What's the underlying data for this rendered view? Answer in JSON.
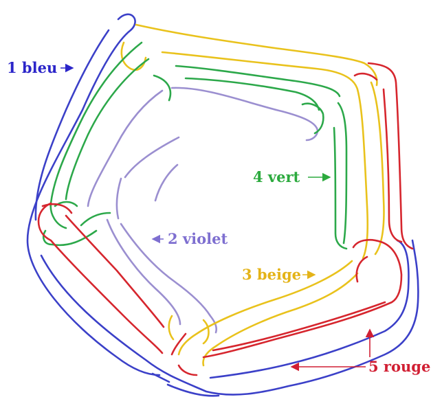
{
  "labels": {
    "blue": "1 bleu",
    "violet": "2 violet",
    "beige": "3 beige",
    "green": "4 vert",
    "red": "5 rouge"
  },
  "colors": {
    "blue": "#3b40c8",
    "violet": "#9b8fd0",
    "beige": "#e9c21c",
    "green": "#2ca84a",
    "red": "#d6262e",
    "label_blue": "#2b25c9",
    "label_violet": "#7e6fd0",
    "label_beige": "#e4b318",
    "label_green": "#2caa3e",
    "label_red": "#d11f33"
  }
}
